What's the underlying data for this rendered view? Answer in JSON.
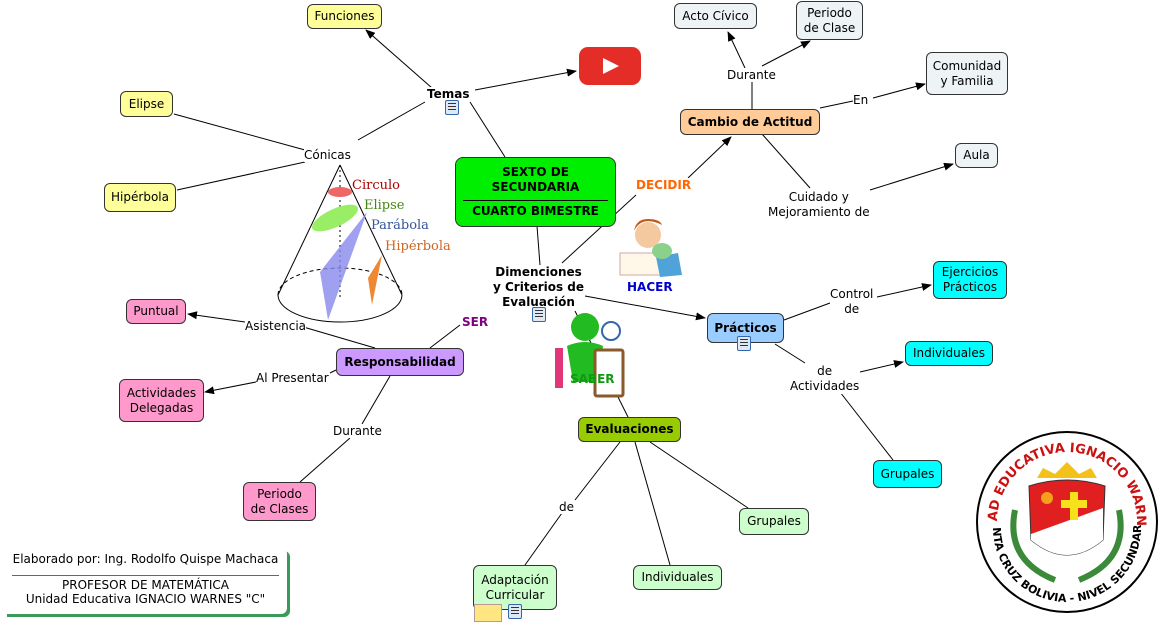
{
  "center": {
    "line1": "SEXTO DE",
    "line2": "SECUNDARIA",
    "line3": "CUARTO BIMESTRE"
  },
  "temas": {
    "label": "Temas",
    "funciones": "Funciones",
    "conicas": "Cónicas",
    "elipse": "Elipse",
    "hiperbola": "Hipérbola",
    "cone_labels": {
      "circulo": "Circulo",
      "elipse": "Elipse",
      "parabola": "Parábola",
      "hiperbola": "Hipérbola"
    }
  },
  "dimensiones": {
    "line1": "Dimenciones",
    "line2": "y Criterios de",
    "line3": "Evaluación"
  },
  "decidir": {
    "label": "DECIDIR",
    "cambio": "Cambio de Actitud",
    "durante": "Durante",
    "acto_civico": "Acto Cívico",
    "periodo_clase_1": "Periodo",
    "periodo_clase_2": "de Clase",
    "en": "En",
    "comunidad_1": "Comunidad",
    "comunidad_2": "y Familia",
    "cuidado_1": "Cuidado y",
    "cuidado_2": "Mejoramiento de",
    "aula": "Aula"
  },
  "hacer": {
    "label": "HACER",
    "practicos": "Prácticos",
    "control_1": "Control",
    "control_2": "de",
    "ejercicios_1": "Ejercicios",
    "ejercicios_2": "Prácticos",
    "de_act_1": "de",
    "de_act_2": "Actividades",
    "individuales": "Individuales",
    "grupales": "Grupales"
  },
  "ser": {
    "label": "SER",
    "responsabilidad": "Responsabilidad",
    "asistencia": "Asistencia",
    "puntual": "Puntual",
    "al_presentar": "Al Presentar",
    "actividades_1": "Actividades",
    "actividades_2": "Delegadas",
    "durante": "Durante",
    "periodo_1": "Periodo",
    "periodo_2": "de Clases"
  },
  "saber": {
    "label": "SABER",
    "evaluaciones": "Evaluaciones",
    "de": "de",
    "grupales": "Grupales",
    "individuales": "Individuales",
    "adaptacion_1": "Adaptación",
    "adaptacion_2": "Curricular"
  },
  "credits": {
    "author": "Elaborado por: Ing. Rodolfo Quispe Machaca",
    "role": "PROFESOR DE MATEMÁTICA",
    "school": "Unidad Educativa IGNACIO WARNES \"C\""
  },
  "logo": {
    "text_top": "UNIDAD EDUCATIVA IGNACIO WARNES C",
    "text_bottom": "SANTA CRUZ BOLIVIA - NIVEL SECUNDARIO"
  },
  "colors": {
    "center": "#00ee00",
    "decidir": "#ff6600",
    "hacer": "#0000cc",
    "ser": "#800080",
    "saber": "#119911",
    "cambio": "#ffcc99",
    "practicos": "#99ccff",
    "responsabilidad": "#cc99ff",
    "evaluaciones": "#99cc00",
    "youtube": "#e52d27"
  },
  "icons": [
    "youtube-icon",
    "document-icon",
    "student-writing-image",
    "saber-figure-image",
    "cone-conics-image",
    "school-logo"
  ]
}
